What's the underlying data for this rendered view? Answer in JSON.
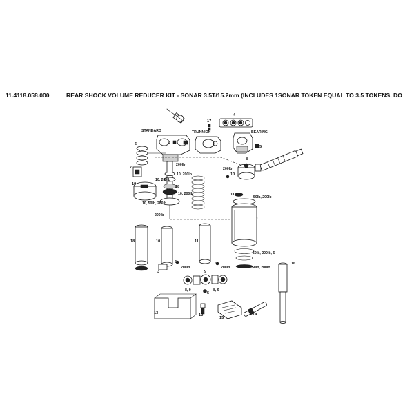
{
  "header": {
    "part_number": "11.4118.058.000",
    "title": "REAR SHOCK VOLUME REDUCER KIT - SONAR 3.5T/15.2mm (INCLUDES 1SONAR TOKEN EQUAL TO 3.5 TOKENS, DO"
  },
  "labels": {
    "standard": "STANDARD",
    "trunnion": "TRUNNION",
    "bearing": "BEARING",
    "torque_200lb_a": "200lb",
    "torque_10_200lb_a": "10, 200lb",
    "torque_10_200lb_b": "10, 200lb",
    "torque_10_200lb_c": "10, 200lb",
    "torque_10_50lb_200lb": "10, 50lb, 200lb",
    "torque_200lb_b": "200lb",
    "torque_200lb_c": "200lb",
    "torque_200lb_d": "200lb",
    "torque_50lb_200lb_a": "50lb, 200lb",
    "torque_50lb_200lb_6": "50lb, 200lb, 6",
    "torque_50lb_200lb_b": "50lb, 200lb",
    "torque_200lb_e": "200lb",
    "torque_200lb_f": "200lb",
    "torque_8_9_a": "8, 9",
    "torque_8_9_b": "8, 9"
  },
  "callouts": {
    "c1": "1",
    "c2": "2",
    "c3": "3",
    "c4": "4",
    "c5": "5",
    "c6": "6",
    "c7": "7",
    "c8": "8",
    "c9": "9",
    "c10": "10",
    "c11": "11",
    "c12": "12",
    "c13": "13",
    "c14": "14",
    "c15": "15",
    "c16": "16",
    "c17": "17",
    "c18": "18",
    "c19": "19",
    "c5b": "5",
    "c6b": "6",
    "c9b": "9",
    "c10b": "10",
    "c11b": "11"
  }
}
